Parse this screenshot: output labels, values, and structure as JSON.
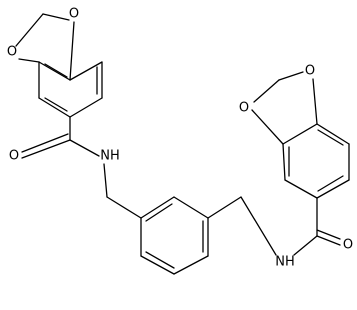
{
  "molecule": {
    "atoms": {
      "o1": "O",
      "o2": "O",
      "o3": "O",
      "o4": "O",
      "o5": "O",
      "o6": "O",
      "n1": "NH",
      "n2": "NH"
    }
  },
  "colors": {
    "bond": "#000000",
    "label": "#000000",
    "background": "#ffffff"
  }
}
